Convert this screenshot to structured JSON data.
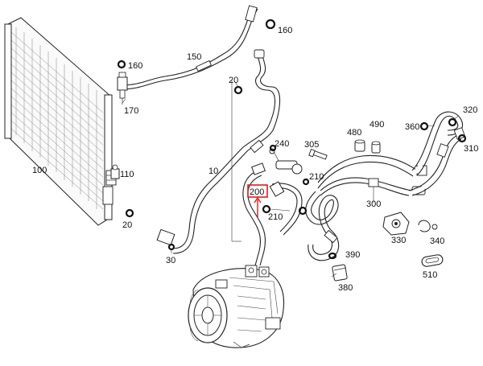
{
  "labels": {
    "l10": "10",
    "l20_top": "20",
    "l20_left": "20",
    "l30": "30",
    "l100": "100",
    "l110": "110",
    "l150": "150",
    "l160_top": "160",
    "l160_mid": "160",
    "l170": "170",
    "l200": "200",
    "l210_a": "210",
    "l210_b": "210",
    "l240": "240",
    "l300": "300",
    "l305": "305",
    "l310": "310",
    "l320": "320",
    "l330": "330",
    "l340": "340",
    "l360": "360",
    "l380": "380",
    "l390": "390",
    "l480": "480",
    "l490": "490",
    "l510": "510"
  },
  "highlight": {
    "part": "200",
    "color": "#e01b1b"
  }
}
